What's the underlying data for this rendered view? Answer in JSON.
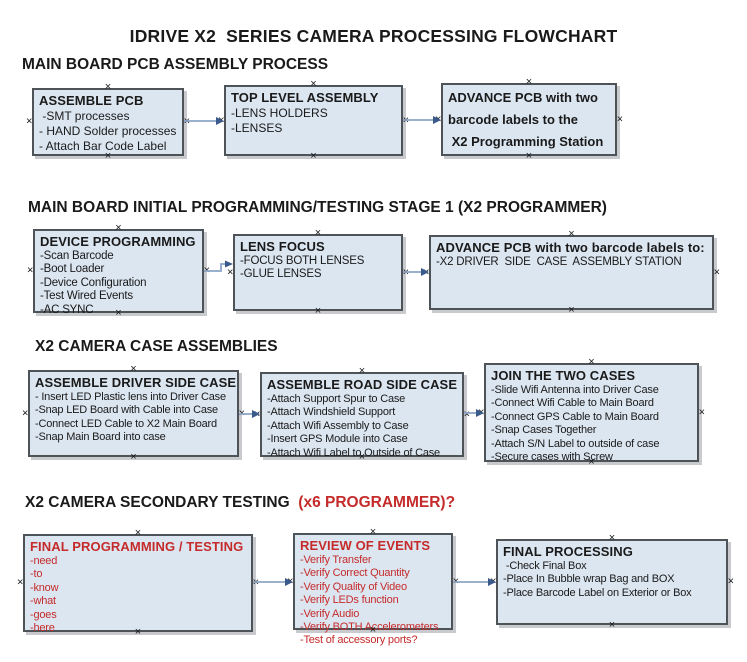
{
  "title": "IDRIVE X2  SERIES CAMERA PROCESSING FLOWCHART",
  "icons": {
    "connection_point": "×"
  },
  "colors": {
    "box_fill": "#dce6f1",
    "box_border": "#4e5357",
    "red_text": "#c52b2b",
    "arrow_line": "#8ca6c6",
    "arrow_head": "#3a5a8c",
    "text": "#1a1a1a"
  },
  "sections": [
    {
      "header": "MAIN BOARD PCB ASSEMBLY PROCESS",
      "boxes": [
        {
          "title": "ASSEMBLE PCB",
          "items": [
            " -SMT processes",
            "- HAND Solder processes",
            "- Attach Bar Code Label"
          ]
        },
        {
          "title": "TOP LEVEL ASSEMBLY",
          "items": [
            "-LENS HOLDERS",
            "-LENSES"
          ]
        },
        {
          "title_lines": [
            "ADVANCE PCB with two",
            "barcode labels to the",
            " X2 Programming Station"
          ]
        }
      ]
    },
    {
      "header": "MAIN BOARD INITIAL PROGRAMMING/TESTING STAGE 1 (X2 PROGRAMMER)",
      "boxes": [
        {
          "title": "DEVICE PROGRAMMING",
          "items": [
            "-Scan Barcode",
            "-Boot Loader",
            "-Device Configuration",
            "-Test Wired Events",
            "-AC SYNC"
          ]
        },
        {
          "title": "LENS FOCUS",
          "items": [
            "-FOCUS BOTH LENSES",
            "-GLUE LENSES"
          ]
        },
        {
          "title": "ADVANCE PCB with two barcode labels to:",
          "items": [
            "-X2 DRIVER  SIDE  CASE  ASSEMBLY STATION"
          ]
        }
      ]
    },
    {
      "header": "X2 CAMERA CASE ASSEMBLIES",
      "boxes": [
        {
          "title": "ASSEMBLE DRIVER SIDE CASE",
          "items": [
            "- Insert LED Plastic lens into Driver Case",
            "-Snap LED Board with Cable into Case",
            "-Connect LED Cable to X2 Main Board",
            "-Snap Main Board into case"
          ]
        },
        {
          "title": "ASSEMBLE ROAD SIDE CASE",
          "items": [
            "-Attach Support Spur to Case",
            "-Attach Windshield Support",
            "-Attach Wifi Assembly to Case",
            "-Insert GPS Module into Case",
            "-Attach Wifi Label to Outside of Case"
          ]
        },
        {
          "title": "JOIN THE TWO CASES",
          "items": [
            "-Slide Wifi Antenna into Driver Case",
            "-Connect Wifi Cable to Main Board",
            "-Connect GPS Cable to Main Board",
            "-Snap Cases Together",
            "-Attach S/N Label to outside of case",
            "-Secure cases with Screw"
          ]
        }
      ]
    },
    {
      "header": "X2 CAMERA SECONDARY TESTING ",
      "header_red": " (x6 PROGRAMMER)?",
      "boxes": [
        {
          "title": "FINAL PROGRAMMING / TESTING",
          "items": [
            "-need",
            "-to",
            "-know",
            "-what",
            "-goes",
            "-here"
          ]
        },
        {
          "title": "REVIEW OF EVENTS",
          "items": [
            "-Verify Transfer",
            "-Verify Correct Quantity",
            "-Verify Quality of Video",
            "-Verify LEDs function",
            "-Verify Audio",
            "-Verify BOTH Accelerometers",
            "-Test of accessory ports?"
          ]
        },
        {
          "title": "FINAL PROCESSING",
          "items": [
            " -Check Final Box",
            "-Place In Bubble wrap Bag and BOX",
            "-Place Barcode Label on Exterior or Box"
          ]
        }
      ]
    }
  ]
}
